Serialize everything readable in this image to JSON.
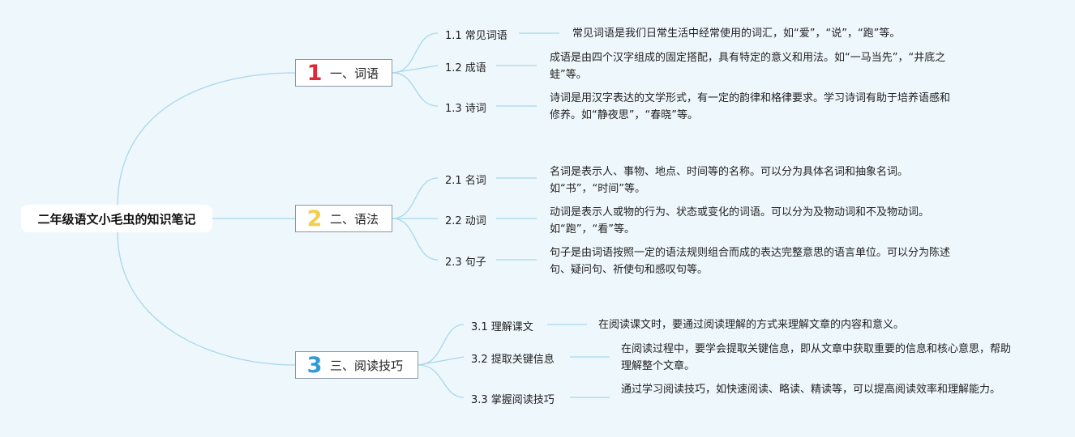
{
  "root": {
    "label": "二年级语文小毛虫的知识笔记"
  },
  "colors": {
    "line": "#a8d8ec",
    "n1": "#e0283a",
    "n2": "#f4cd4a",
    "n3": "#2e9ad6"
  },
  "branches": [
    {
      "number": "1",
      "label": "一、词语",
      "children": [
        {
          "label": "1.1 常见词语",
          "desc": "常见词语是我们日常生活中经常使用的词汇，如“爱”，“说”，“跑”等。"
        },
        {
          "label": "1.2 成语",
          "desc": "成语是由四个汉字组成的固定搭配，具有特定的意义和用法。如“一马当先”，“井底之蛙”等。"
        },
        {
          "label": "1.3 诗词",
          "desc": "诗词是用汉字表达的文学形式，有一定的韵律和格律要求。学习诗词有助于培养语感和修养。如“静夜思”，“春晓”等。"
        }
      ]
    },
    {
      "number": "2",
      "label": "二、语法",
      "children": [
        {
          "label": "2.1 名词",
          "desc": "名词是表示人、事物、地点、时间等的名称。可以分为具体名词和抽象名词。如“书”，“时间”等。"
        },
        {
          "label": "2.2 动词",
          "desc": "动词是表示人或物的行为、状态或变化的词语。可以分为及物动词和不及物动词。如“跑”，“看”等。"
        },
        {
          "label": "2.3 句子",
          "desc": "句子是由词语按照一定的语法规则组合而成的表达完整意思的语言单位。可以分为陈述句、疑问句、祈使句和感叹句等。"
        }
      ]
    },
    {
      "number": "3",
      "label": "三、阅读技巧",
      "children": [
        {
          "label": "3.1 理解课文",
          "desc": "在阅读课文时，要通过阅读理解的方式来理解文章的内容和意义。"
        },
        {
          "label": "3.2 提取关键信息",
          "desc": "在阅读过程中，要学会提取关键信息，即从文章中获取重要的信息和核心意思，帮助理解整个文章。"
        },
        {
          "label": "3.3 掌握阅读技巧",
          "desc": "通过学习阅读技巧，如快速阅读、略读、精读等，可以提高阅读效率和理解能力。"
        }
      ]
    }
  ]
}
